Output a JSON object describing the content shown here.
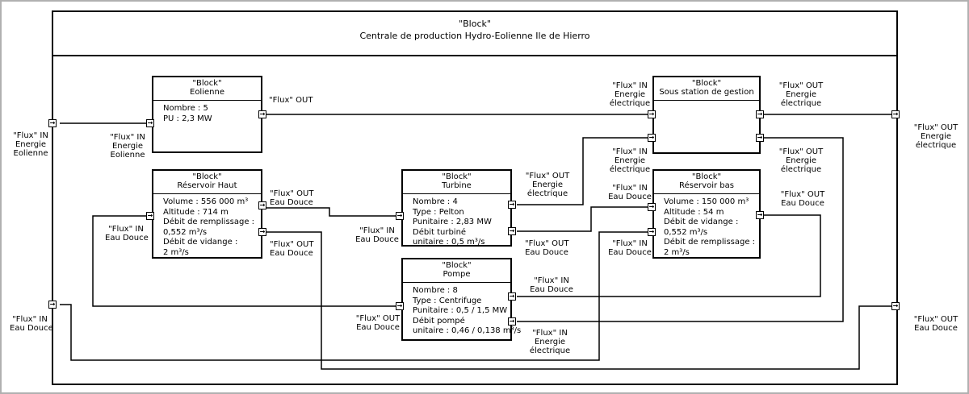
{
  "system": {
    "stereotype": "\"Block\"",
    "title": "Centrale de production Hydro-Eolienne Ile de Hierro"
  },
  "blocks": {
    "eolienne": {
      "stereotype": "\"Block\"",
      "name": "Eolienne",
      "props": [
        "Nombre : 5",
        "PU : 2,3 MW"
      ]
    },
    "reservoir_haut": {
      "stereotype": "\"Block\"",
      "name": "Réservoir Haut",
      "props": [
        "Volume : 556 000 m³",
        "Altitude : 714 m",
        "Débit de remplissage :",
        "0,552 m³/s",
        "Débit de vidange :",
        "2 m³/s"
      ]
    },
    "turbine": {
      "stereotype": "\"Block\"",
      "name": "Turbine",
      "props": [
        "Nombre : 4",
        "Type : Pelton",
        "Punitaire : 2,83 MW",
        "Débit turbiné",
        "unitaire : 0,5 m³/s"
      ]
    },
    "pompe": {
      "stereotype": "\"Block\"",
      "name": "Pompe",
      "props": [
        "Nombre : 8",
        "Type : Centrifuge",
        "Punitaire : 0,5 / 1,5 MW",
        "Débit pompé",
        "unitaire : 0,46 / 0,138 m³/s"
      ]
    },
    "sous_station": {
      "stereotype": "\"Block\"",
      "name": "Sous station de gestion",
      "props": []
    },
    "reservoir_bas": {
      "stereotype": "\"Block\"",
      "name": "Réservoir bas",
      "props": [
        "Volume : 150 000 m³",
        "Altitude : 54 m",
        "Débit de vidange :",
        "0,552 m³/s",
        "Débit de remplissage :",
        "2 m³/s"
      ]
    }
  },
  "port_arrow": "→",
  "flow_labels": {
    "sys_in_eol": [
      "\"Flux\" IN",
      "Energie",
      "Eolienne"
    ],
    "sys_in_eau": [
      "\"Flux\" IN",
      "Eau Douce"
    ],
    "sys_out_elec": [
      "\"Flux\" OUT",
      "Energie",
      "électrique"
    ],
    "sys_out_eau": [
      "\"Flux\" OUT",
      "Eau Douce"
    ],
    "eol_in": [
      "\"Flux\" IN",
      "Energie",
      "Eolienne"
    ],
    "eol_out": [
      "\"Flux\" OUT"
    ],
    "rh_in": [
      "\"Flux\" IN",
      "Eau Douce"
    ],
    "rh_out_top": [
      "\"Flux\" OUT",
      "Eau Douce"
    ],
    "rh_out_bot": [
      "\"Flux\" OUT",
      "Eau Douce"
    ],
    "tur_in": [
      "\"Flux\" IN",
      "Eau Douce"
    ],
    "tur_out_elec": [
      "\"Flux\" OUT",
      "Energie",
      "électrique"
    ],
    "tur_out_eau": [
      "\"Flux\" OUT",
      "Eau Douce"
    ],
    "pom_in_eau": [
      "\"Flux\" IN",
      "Eau Douce"
    ],
    "pom_in_elec": [
      "\"Flux\" IN",
      "Energie",
      "électrique"
    ],
    "pom_out": [
      "\"Flux\" OUT",
      "Eau Douce"
    ],
    "ss_in_top": [
      "\"Flux\" IN",
      "Energie",
      "électrique"
    ],
    "ss_in_bot": [
      "\"Flux\" IN",
      "Energie",
      "électrique"
    ],
    "ss_out_top": [
      "\"Flux\" OUT",
      "Energie",
      "électrique"
    ],
    "ss_out_bot": [
      "\"Flux\" OUT",
      "Energie",
      "électrique"
    ],
    "rb_in_top": [
      "\"Flux\" IN",
      "Eau Douce"
    ],
    "rb_in_bot": [
      "\"Flux\" IN",
      "Eau Douce"
    ],
    "rb_out": [
      "\"Flux\" OUT",
      "Eau Douce"
    ]
  }
}
